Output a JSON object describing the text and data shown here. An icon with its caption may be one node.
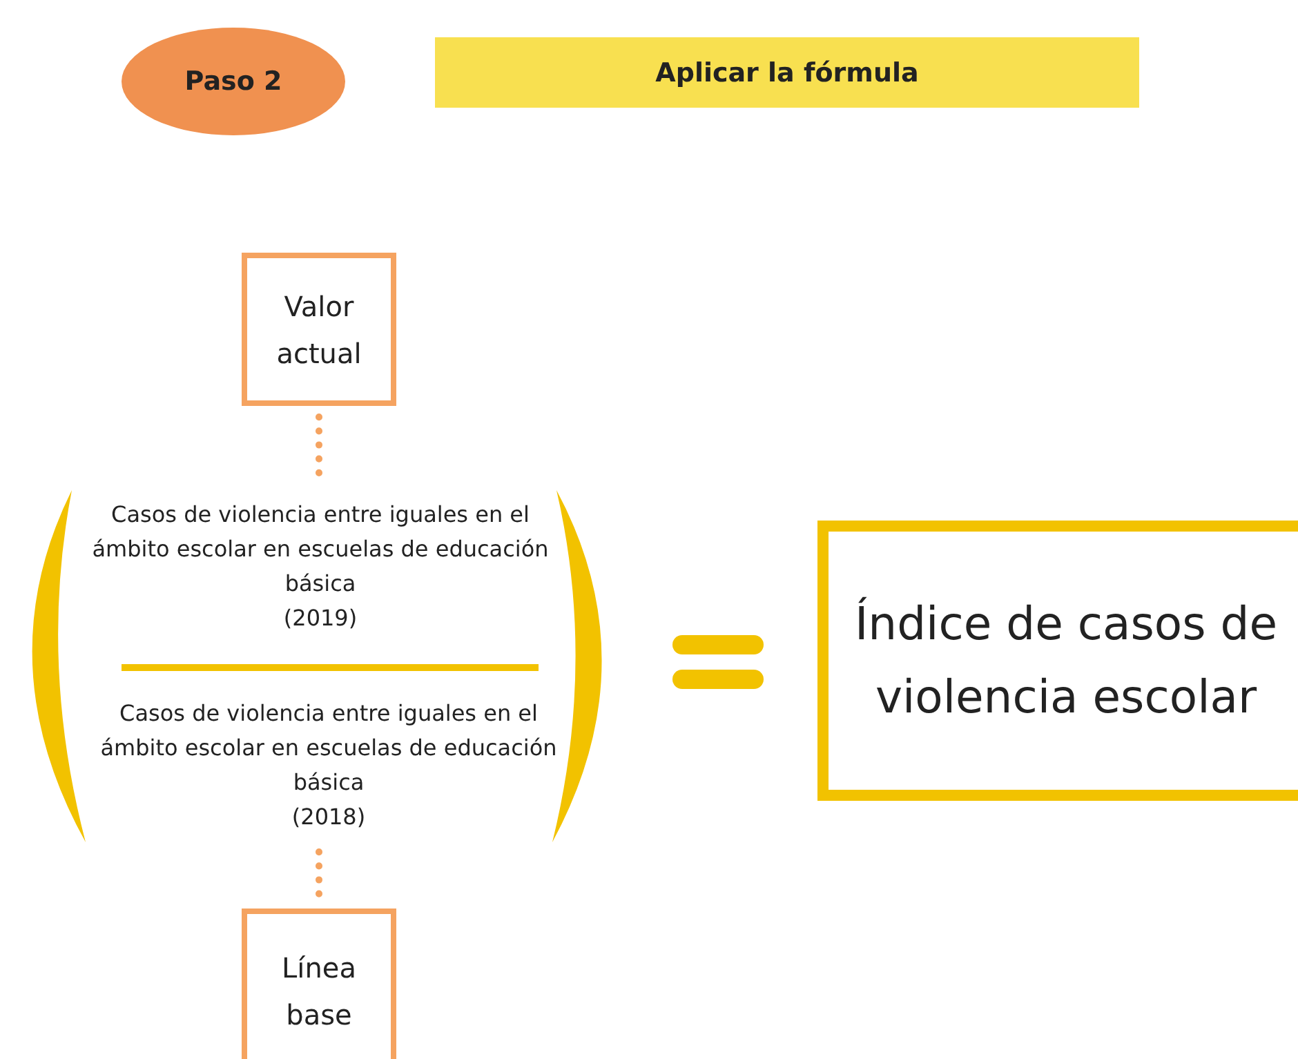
{
  "diagram": {
    "nodes": [
      {
        "text": [
          "Paso 2"
        ]
      },
      {
        "text": [
          "Aplicar  la fórmula"
        ]
      },
      {
        "text": [
          "Valor actual"
        ]
      },
      {
        "text": [
          "Casos de violencia entre iguales en el ámbito escolar en escuelas de educación básica",
          "(2019)"
        ]
      },
      {
        "text": [
          "Casos de violencia entre iguales en el ámbito escolar en escuelas de educación básica",
          "(2018)"
        ]
      },
      {
        "text": [
          "Línea base"
        ]
      },
      {
        "text": [
          "Índice de casos de violencia escolar"
        ]
      }
    ],
    "edges": [
      {
        "from": 2,
        "to": 3,
        "arrow": "none",
        "style": "dashed"
      },
      {
        "from": 4,
        "to": 5,
        "arrow": "none",
        "style": "dashed"
      }
    ]
  }
}
